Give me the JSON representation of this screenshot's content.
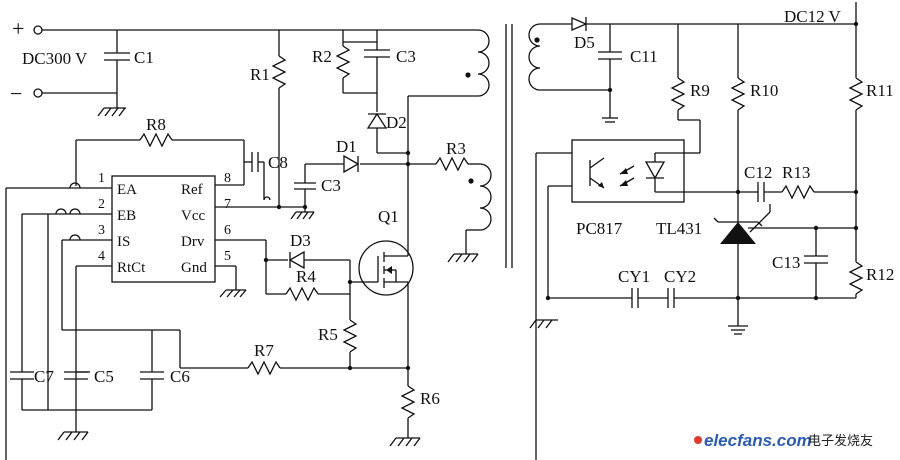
{
  "labels": {
    "dc_in": "DC300 V",
    "dc_out": "DC12 V",
    "plus": "+",
    "minus": "−",
    "c1": "C1",
    "c3a": "C3",
    "c3b": "C3",
    "c5": "C5",
    "c6": "C6",
    "c7": "C7",
    "c8": "C8",
    "c11": "C11",
    "c12": "C12",
    "c13": "C13",
    "cy1": "CY1",
    "cy2": "CY2",
    "r1": "R1",
    "r2": "R2",
    "r3": "R3",
    "r4": "R4",
    "r5": "R5",
    "r6": "R6",
    "r7": "R7",
    "r8": "R8",
    "r9": "R9",
    "r10": "R10",
    "r11": "R11",
    "r12": "R12",
    "r13": "R13",
    "d1": "D1",
    "d2": "D2",
    "d3": "D3",
    "d5": "D5",
    "q1": "Q1",
    "pc817": "PC817",
    "tl431": "TL431"
  },
  "ic": {
    "pins_left": [
      {
        "num": "1",
        "name": "EA"
      },
      {
        "num": "2",
        "name": "EB"
      },
      {
        "num": "3",
        "name": "IS"
      },
      {
        "num": "4",
        "name": "RtCt"
      }
    ],
    "pins_right": [
      {
        "num": "8",
        "name": "Ref"
      },
      {
        "num": "7",
        "name": "Vcc"
      },
      {
        "num": "6",
        "name": "Drv"
      },
      {
        "num": "5",
        "name": "Gnd"
      }
    ]
  },
  "watermark": {
    "site": "elecfans.com",
    "cn": "电子发烧友"
  },
  "colors": {
    "ink": "#111111",
    "watermark": "#2a5bb8"
  }
}
